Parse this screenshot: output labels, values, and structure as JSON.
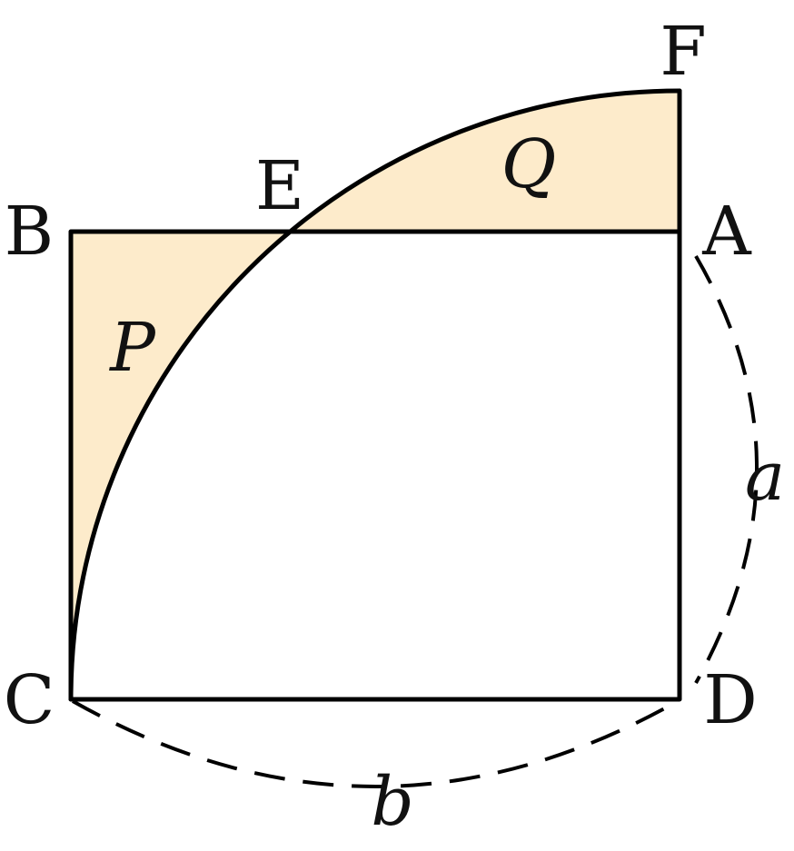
{
  "points": {
    "A": "A",
    "B": "B",
    "C": "C",
    "D": "D",
    "E": "E",
    "F": "F"
  },
  "regions": {
    "P": "P",
    "Q": "Q"
  },
  "lengths": {
    "a": "a",
    "b": "b"
  },
  "colors": {
    "region_fill": "#FDEBCB",
    "stroke": "#000000"
  }
}
